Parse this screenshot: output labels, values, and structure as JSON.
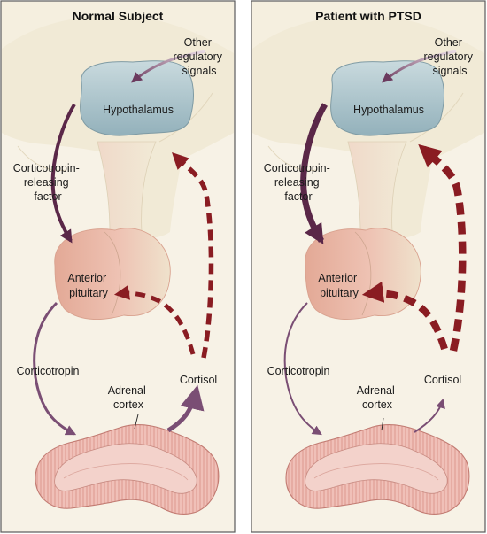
{
  "panels": [
    {
      "title": "Normal Subject",
      "labels": {
        "other_signals": [
          "Other",
          "regulatory",
          "signals"
        ],
        "hypothalamus": "Hypothalamus",
        "crf": [
          "Corticotropin-",
          "releasing",
          "factor"
        ],
        "anterior_pituitary": [
          "Anterior",
          "pituitary"
        ],
        "corticotropin": "Corticotropin",
        "adrenal_cortex": [
          "Adrenal",
          "cortex"
        ],
        "cortisol": "Cortisol"
      }
    },
    {
      "title": "Patient with PTSD",
      "labels": {
        "other_signals": [
          "Other",
          "regulatory",
          "signals"
        ],
        "hypothalamus": "Hypothalamus",
        "crf": [
          "Corticotropin-",
          "releasing",
          "factor"
        ],
        "anterior_pituitary": [
          "Anterior",
          "pituitary"
        ],
        "corticotropin": "Corticotropin",
        "adrenal_cortex": [
          "Adrenal",
          "cortex"
        ],
        "cortisol": "Cortisol"
      }
    }
  ],
  "colors": {
    "hypothalamus": "#a9c3cc",
    "pituitary": "#e7b7a5",
    "stalk": "#efe6cf",
    "brain_tissue": "#f1ead6",
    "adrenal": "#f1c4bd",
    "crf_arrow": "#5a2748",
    "corticotropin_arrow": "#7a4e74",
    "cortisol_arrow": "#8a1c22"
  }
}
